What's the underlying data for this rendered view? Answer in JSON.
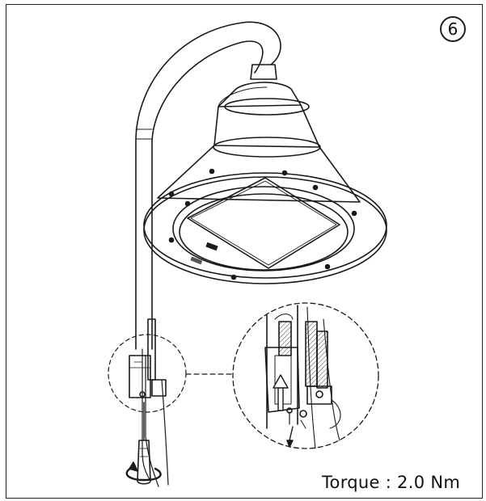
{
  "step_number": "6",
  "torque_label": "Torque : 2.0 Nm",
  "colors": {
    "line": "#1a1a1a",
    "hatch": "#555555",
    "background": "#ffffff"
  },
  "icons": [
    "lamp-fixture-illustration",
    "detail-zoom-circle",
    "screwdriver-icon",
    "rotation-arrow-icon",
    "up-arrow-icon"
  ]
}
